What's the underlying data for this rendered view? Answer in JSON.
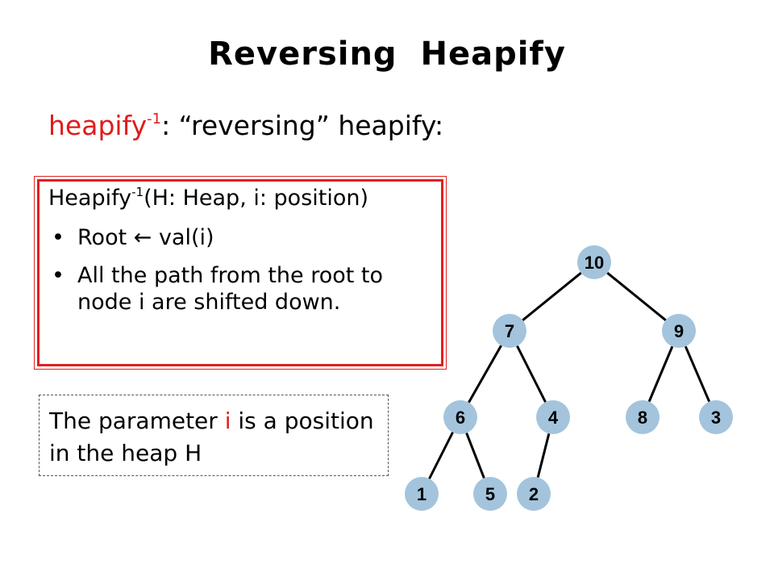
{
  "title": "Reversing Heapify",
  "subtitle": {
    "name": "heapify",
    "superscript": "-1",
    "rest": ": “reversing” heapify:"
  },
  "definition_box": {
    "heading_name": "Heapify",
    "heading_superscript": "-1",
    "heading_rest": "(H: Heap, i: position)",
    "bullets": [
      "Root ← val(i)",
      "All the path from the root to node i are shifted down."
    ],
    "border_color": "#e02020"
  },
  "note_box": {
    "text_before": "The parameter ",
    "highlight": "i",
    "text_after": " is a position in the heap H"
  },
  "tree": {
    "node_color": "#a3c4dc",
    "nodes": [
      {
        "id": "n10",
        "label": "10"
      },
      {
        "id": "n7",
        "label": "7"
      },
      {
        "id": "n9",
        "label": "9"
      },
      {
        "id": "n6",
        "label": "6"
      },
      {
        "id": "n4",
        "label": "4"
      },
      {
        "id": "n8",
        "label": "8"
      },
      {
        "id": "n3",
        "label": "3"
      },
      {
        "id": "n1",
        "label": "1"
      },
      {
        "id": "n5",
        "label": "5"
      },
      {
        "id": "n2",
        "label": "2"
      }
    ],
    "edges": [
      [
        "n10",
        "n7"
      ],
      [
        "n10",
        "n9"
      ],
      [
        "n7",
        "n6"
      ],
      [
        "n7",
        "n4"
      ],
      [
        "n9",
        "n8"
      ],
      [
        "n9",
        "n3"
      ],
      [
        "n6",
        "n1"
      ],
      [
        "n6",
        "n5"
      ],
      [
        "n4",
        "n2"
      ]
    ]
  }
}
